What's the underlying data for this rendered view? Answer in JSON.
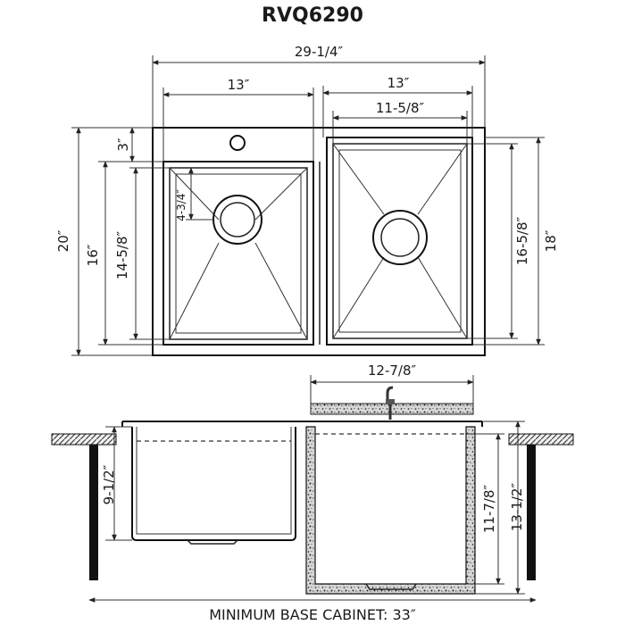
{
  "title": "RVQ6290",
  "dimensions": {
    "overall_width": "29-1/4″",
    "left_bowl_width": "13″",
    "right_bowl_width": "13″",
    "right_inner_width": "11-5/8″",
    "faucet_setback": "3″",
    "drain_offset": "4-3/4″",
    "overall_depth": "20″",
    "left_bowl_depth": "16″",
    "left_inner_depth": "14-5/8″",
    "right_inner_depth": "16-5/8″",
    "right_bowl_depth": "18″",
    "cutting_board_width": "12-7/8″",
    "left_bowl_height": "9-1/2″",
    "right_inner_height": "11-7/8″",
    "right_bowl_height": "13-1/2″"
  },
  "cabinet_label": "MINIMUM BASE CABINET: 33″"
}
